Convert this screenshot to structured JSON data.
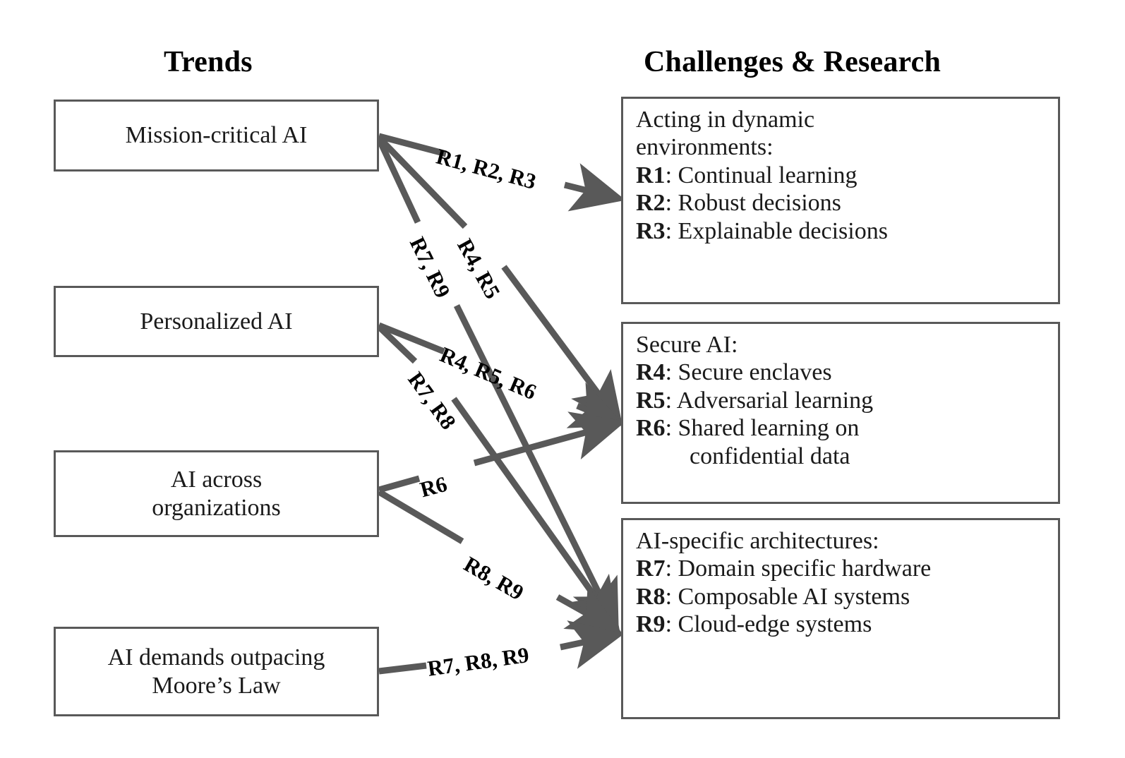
{
  "headers": {
    "left": "Trends",
    "right": "Challenges & Research"
  },
  "trends": [
    {
      "id": "mission-critical-ai",
      "label": "Mission-critical AI"
    },
    {
      "id": "personalized-ai",
      "label": "Personalized AI"
    },
    {
      "id": "ai-across-organizations",
      "label": "AI across\norganizations"
    },
    {
      "id": "ai-demands-outpacing-moores-law",
      "label": "AI demands outpacing\nMoore’s Law"
    }
  ],
  "challenges": [
    {
      "id": "acting-in-dynamic-environments",
      "heading": "Acting in dynamic\nenvironments:",
      "items": [
        {
          "rid": "R1",
          "sep": ": ",
          "text": "Continual learning",
          "cont": ""
        },
        {
          "rid": "R2",
          "sep": ": ",
          "text": "Robust decisions",
          "cont": ""
        },
        {
          "rid": "R3",
          "sep": ": ",
          "text": "Explainable decisions",
          "cont": ""
        }
      ]
    },
    {
      "id": "secure-ai",
      "heading": "Secure AI:",
      "items": [
        {
          "rid": "R4",
          "sep": ": ",
          "text": "Secure enclaves",
          "cont": ""
        },
        {
          "rid": "R5",
          "sep": ": ",
          "text": "Adversarial learning",
          "cont": ""
        },
        {
          "rid": "R6",
          "sep": ": ",
          "text": "Shared learning on",
          "cont": "confidential data"
        }
      ]
    },
    {
      "id": "ai-specific-architectures",
      "heading": "AI-specific architectures:",
      "items": [
        {
          "rid": "R7",
          "sep": ": ",
          "text": "Domain specific hardware",
          "cont": ""
        },
        {
          "rid": "R8",
          "sep": ": ",
          "text": "Composable AI systems",
          "cont": ""
        },
        {
          "rid": "R9",
          "sep": ": ",
          "text": "Cloud-edge systems",
          "cont": ""
        }
      ]
    }
  ],
  "edges": [
    {
      "id": "mission-to-dynamic",
      "label": "R1, R2, R3",
      "from": "mission-critical-ai",
      "to": "acting-in-dynamic-environments"
    },
    {
      "id": "mission-to-secure",
      "label": "R4, R5",
      "from": "mission-critical-ai",
      "to": "secure-ai"
    },
    {
      "id": "mission-to-arch",
      "label": "R7, R9",
      "from": "mission-critical-ai",
      "to": "ai-specific-architectures"
    },
    {
      "id": "personalized-to-secure",
      "label": "R4, R5, R6",
      "from": "personalized-ai",
      "to": "secure-ai"
    },
    {
      "id": "personalized-to-arch",
      "label": "R7, R8",
      "from": "personalized-ai",
      "to": "ai-specific-architectures"
    },
    {
      "id": "orgs-to-secure",
      "label": "R6",
      "from": "ai-across-organizations",
      "to": "secure-ai"
    },
    {
      "id": "orgs-to-arch",
      "label": "R8, R9",
      "from": "ai-across-organizations",
      "to": "ai-specific-architectures"
    },
    {
      "id": "moores-to-arch",
      "label": "R7, R8, R9",
      "from": "ai-demands-outpacing-moores-law",
      "to": "ai-specific-architectures"
    }
  ],
  "colors": {
    "line": "#595959",
    "box_border": "#595959",
    "text": "#1a1a1a",
    "label_text": "#000000",
    "background": "#ffffff"
  }
}
